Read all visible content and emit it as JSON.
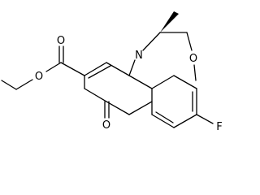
{
  "molecule": {
    "atoms": {
      "n": "N",
      "ring_o": "O",
      "f": "F",
      "ketone_o": "O",
      "carbonyl_o": "O",
      "ester_o": "O"
    },
    "stereo": "wedge",
    "colors": {
      "line": "#000000",
      "background": "#ffffff"
    }
  }
}
